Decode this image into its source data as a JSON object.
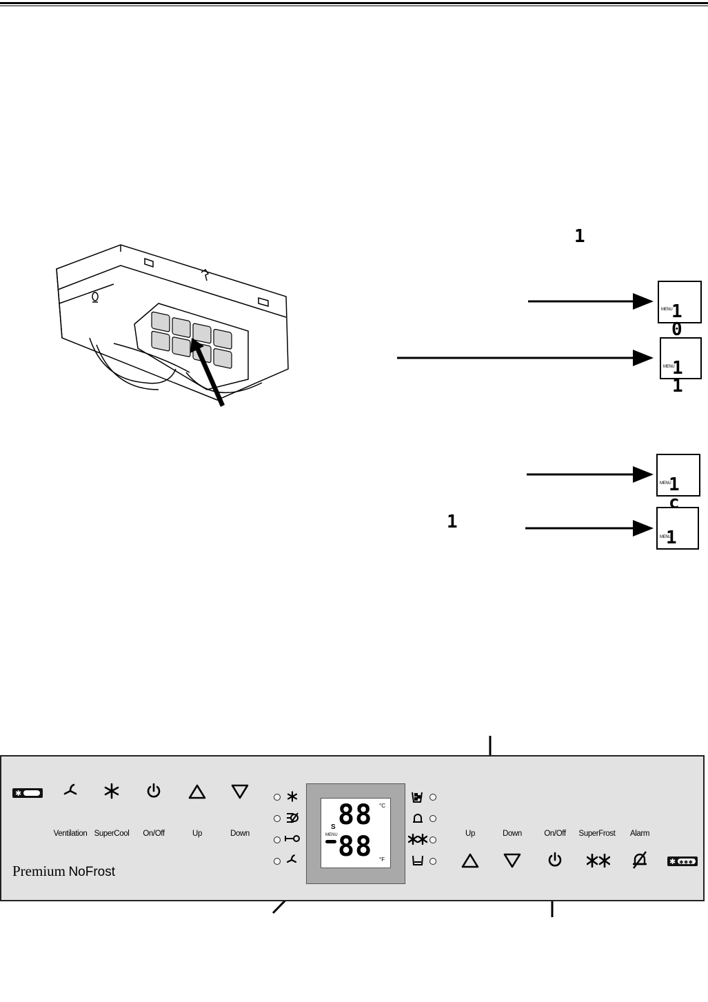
{
  "lcd_displays": [
    {
      "menu": "MENU",
      "value": "1 0"
    },
    {
      "menu": "MENU",
      "value": "1 1"
    },
    {
      "menu": "MENU",
      "value": "1 c"
    },
    {
      "menu": "MENU",
      "value": "1"
    }
  ],
  "stray_glyphs": [
    "1",
    "1"
  ],
  "panel": {
    "left_buttons": [
      {
        "label": "Ventilation",
        "icon": "ventilation-icon"
      },
      {
        "label": "SuperCool",
        "icon": "supercool-icon"
      },
      {
        "label": "On/Off",
        "icon": "power-icon"
      },
      {
        "label": "Up",
        "icon": "up-triangle-icon"
      },
      {
        "label": "Down",
        "icon": "down-triangle-icon"
      }
    ],
    "right_buttons": [
      {
        "label": "Up",
        "icon": "up-triangle-icon"
      },
      {
        "label": "Down",
        "icon": "down-triangle-icon"
      },
      {
        "label": "On/Off",
        "icon": "power-icon"
      },
      {
        "label": "SuperFrost",
        "icon": "superfrost-icon"
      },
      {
        "label": "Alarm",
        "icon": "alarm-mute-icon"
      }
    ],
    "brand_serif": "Premium",
    "brand_sans": "NoFrost",
    "display": {
      "top_digits": "88",
      "bottom_digits": "88",
      "unit_c": "°C",
      "unit_f": "°F",
      "s_label": "S",
      "menu_label": "MENU"
    },
    "left_indicators": [
      "supercool-icon",
      "alarm-mute-icon",
      "key-lock-icon",
      "ventilation-icon"
    ],
    "right_indicators": [
      "ice-maker-icon",
      "alarm-bell-icon",
      "superfrost-icon",
      "water-tray-icon"
    ]
  }
}
